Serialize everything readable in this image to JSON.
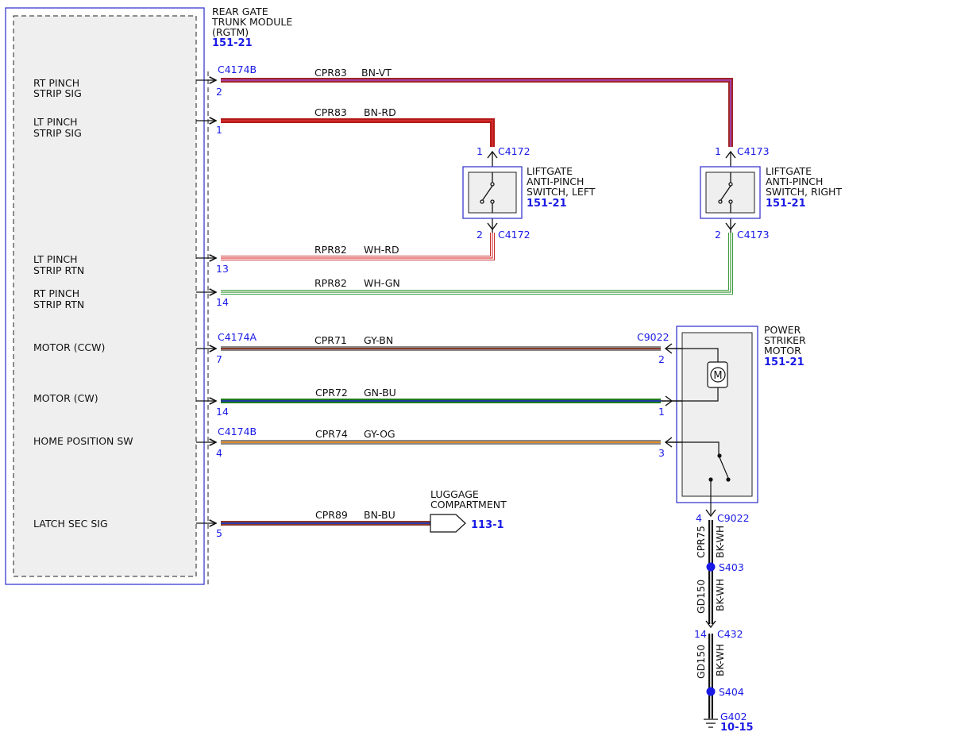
{
  "module": {
    "title_lines": [
      "REAR GATE",
      "TRUNK MODULE",
      "(RGTM)"
    ],
    "ref": "151-21",
    "pins": {
      "rt_pinch_sig": [
        "RT PINCH",
        "STRIP SIG"
      ],
      "lt_pinch_sig": [
        "LT PINCH",
        "STRIP SIG"
      ],
      "lt_pinch_rtn": [
        "LT PINCH",
        "STRIP RTN"
      ],
      "rt_pinch_rtn": [
        "RT PINCH",
        "STRIP RTN"
      ],
      "motor_ccw": "MOTOR (CCW)",
      "motor_cw": "MOTOR (CW)",
      "home_sw": "HOME POSITION SW",
      "latch_sec": "LATCH SEC SIG"
    }
  },
  "wires": {
    "w1": {
      "connector": "C4174B",
      "pin": "2",
      "circuit": "CPR83",
      "color_code": "BN-VT",
      "colors": [
        "#a0262a",
        "#a43ea4"
      ]
    },
    "w2": {
      "pin": "1",
      "circuit": "CPR83",
      "color_code": "BN-RD",
      "colors": [
        "#b21a1a",
        "#d42a2a"
      ]
    },
    "w3": {
      "pin": "13",
      "circuit": "RPR82",
      "color_code": "WH-RD",
      "colors": [
        "#ffffff",
        "#e03a3a"
      ]
    },
    "w4": {
      "pin": "14",
      "circuit": "RPR82",
      "color_code": "WH-GN",
      "colors": [
        "#ffffff",
        "#3a9a3a"
      ]
    },
    "w5": {
      "connector": "C4174A",
      "pin": "7",
      "circuit": "CPR71",
      "color_code": "GY-BN",
      "colors": [
        "#888888",
        "#8b3a2a"
      ]
    },
    "w6": {
      "pin": "14",
      "circuit": "CPR72",
      "color_code": "GN-BU",
      "colors": [
        "#1f7a1f",
        "#1f3aa0"
      ]
    },
    "w7": {
      "connector": "C4174B",
      "pin": "4",
      "circuit": "CPR74",
      "color_code": "GY-OG",
      "colors": [
        "#888888",
        "#e08a2a"
      ]
    },
    "w8": {
      "pin": "5",
      "circuit": "CPR89",
      "color_code": "BN-BU",
      "colors": [
        "#8b3a2a",
        "#2a3ab0"
      ]
    }
  },
  "switch_left": {
    "label_lines": [
      "LIFTGATE",
      "ANTI-PINCH",
      "SWITCH, LEFT"
    ],
    "ref": "151-21",
    "top_pin": "1",
    "top_connector": "C4172",
    "bottom_pin": "2",
    "bottom_connector": "C4172"
  },
  "switch_right": {
    "label_lines": [
      "LIFTGATE",
      "ANTI-PINCH",
      "SWITCH, RIGHT"
    ],
    "ref": "151-21",
    "top_pin": "1",
    "top_connector": "C4173",
    "bottom_pin": "2",
    "bottom_connector": "C4173"
  },
  "motor": {
    "label_lines": [
      "POWER",
      "STRIKER",
      "MOTOR"
    ],
    "ref": "151-21",
    "connector": "C9022",
    "pin_ccw": "2",
    "pin_cw": "1",
    "pin_home": "3",
    "ground_pin": "4",
    "ground_connector": "C9022",
    "symbol": "M"
  },
  "luggage": {
    "label_lines": [
      "LUGGAGE",
      "COMPARTMENT"
    ],
    "ref": "113-1"
  },
  "ground_path": {
    "seg1": {
      "circuit": "CPR75",
      "color_code": "BK-WH"
    },
    "splice1": "S403",
    "seg2": {
      "circuit": "GD150",
      "color_code": "BK-WH"
    },
    "connector_pin": "14",
    "connector": "C432",
    "seg3": {
      "circuit": "GD150",
      "color_code": "BK-WH"
    },
    "splice2": "S404",
    "ground": "G402",
    "ground_ref": "10-15"
  },
  "colors": {
    "module_border": "#3a3ad0",
    "blue_text": "#1a1ae6",
    "component_fill": "#efefef",
    "splice_dot": "#1a1ae6"
  }
}
